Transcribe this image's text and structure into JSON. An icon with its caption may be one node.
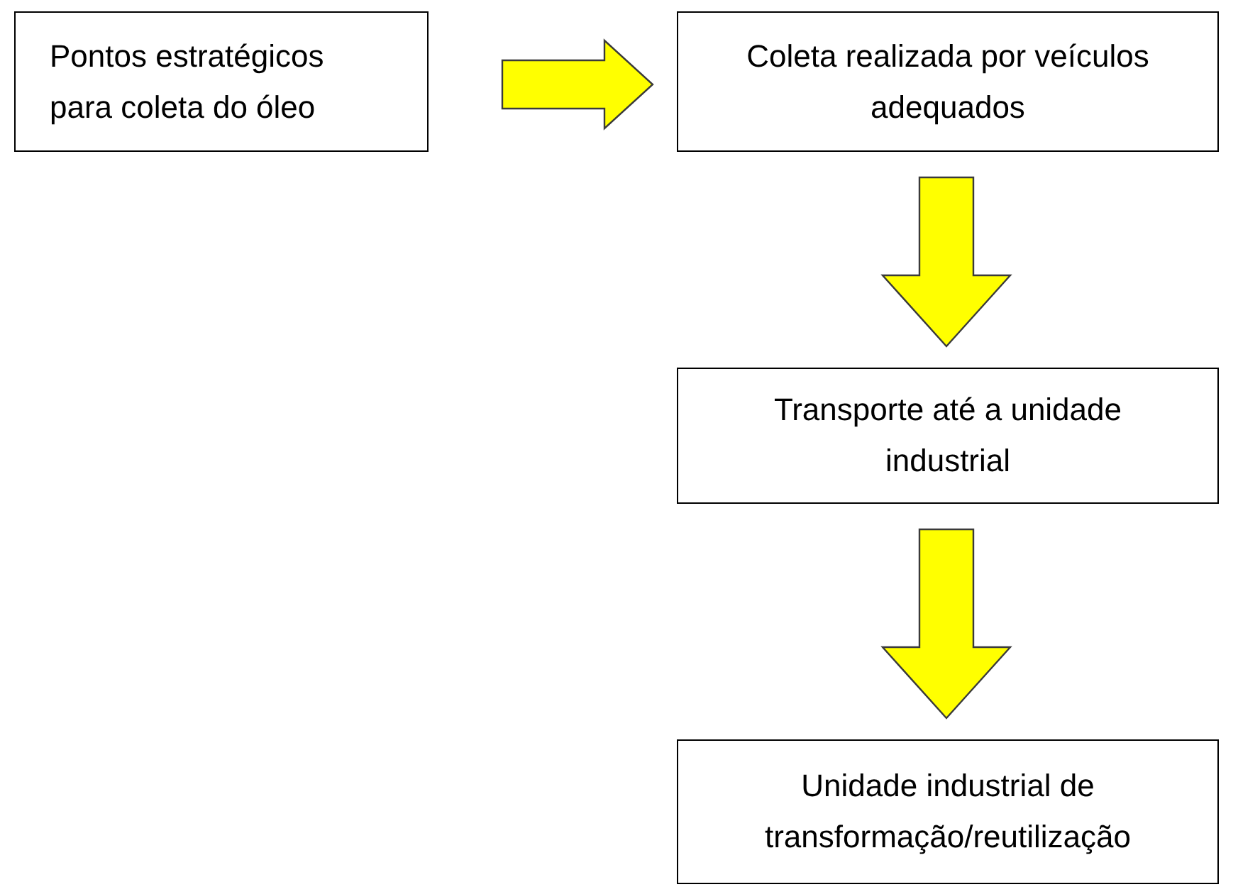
{
  "diagram": {
    "nodes": [
      {
        "text": [
          "Pontos estratégicos para coleta do óleo"
        ]
      },
      {
        "text": [
          "Coleta realizada por veículos adequados"
        ]
      },
      {
        "text": [
          "Transporte até a unidade industrial"
        ]
      },
      {
        "text": [
          "Unidade industrial de transformação/reutilização"
        ]
      }
    ],
    "edges": [
      {
        "from": 0,
        "to": 1,
        "arrow": "to"
      },
      {
        "from": 1,
        "to": 2,
        "arrow": "to"
      },
      {
        "from": 2,
        "to": 3,
        "arrow": "to"
      }
    ]
  }
}
